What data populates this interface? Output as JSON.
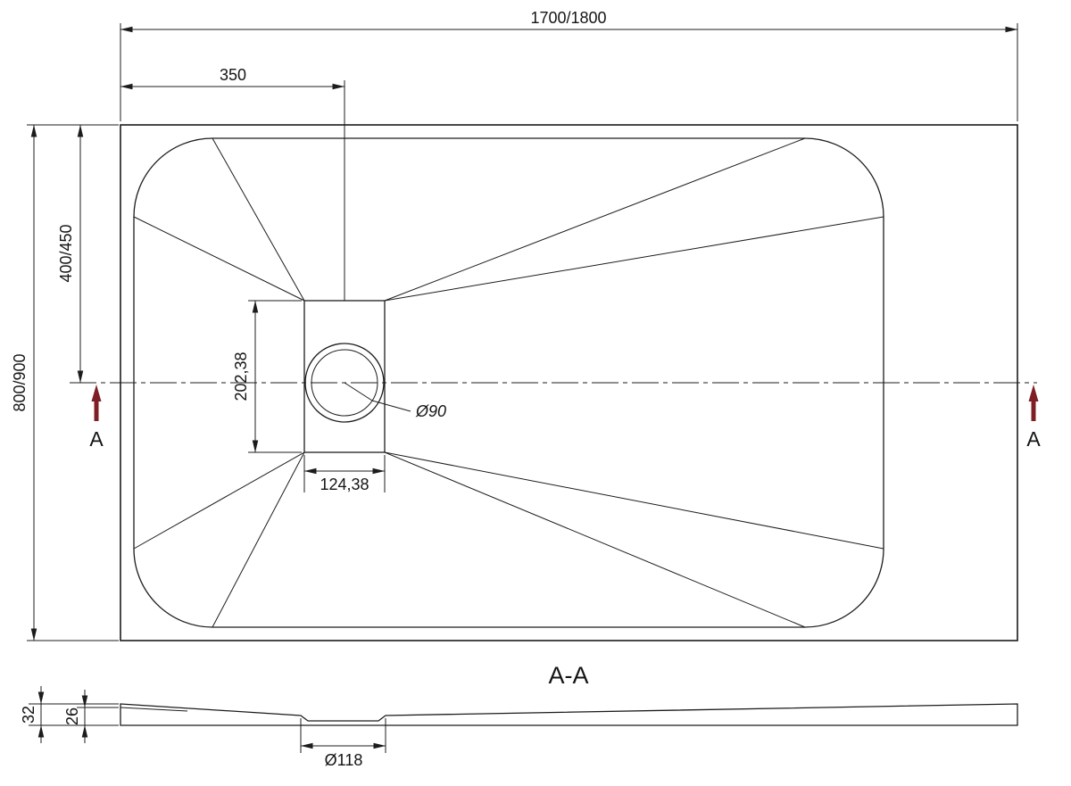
{
  "top_view": {
    "dims": {
      "overall_width": "1700/1800",
      "drain_offset": "350",
      "overall_depth": "800/900",
      "half_depth": "400/450",
      "drain_box_height": "202,38",
      "drain_box_width": "124,38",
      "drain_diameter": "Ø90"
    },
    "section_marker": "A"
  },
  "section_view": {
    "title": "A-A",
    "dims": {
      "total_height": "32",
      "inner_height": "26",
      "drain_diameter": "Ø118"
    }
  },
  "colors": {
    "line": "#1c1c1c",
    "section_marker": "#7d1f24",
    "background": "#ffffff"
  }
}
